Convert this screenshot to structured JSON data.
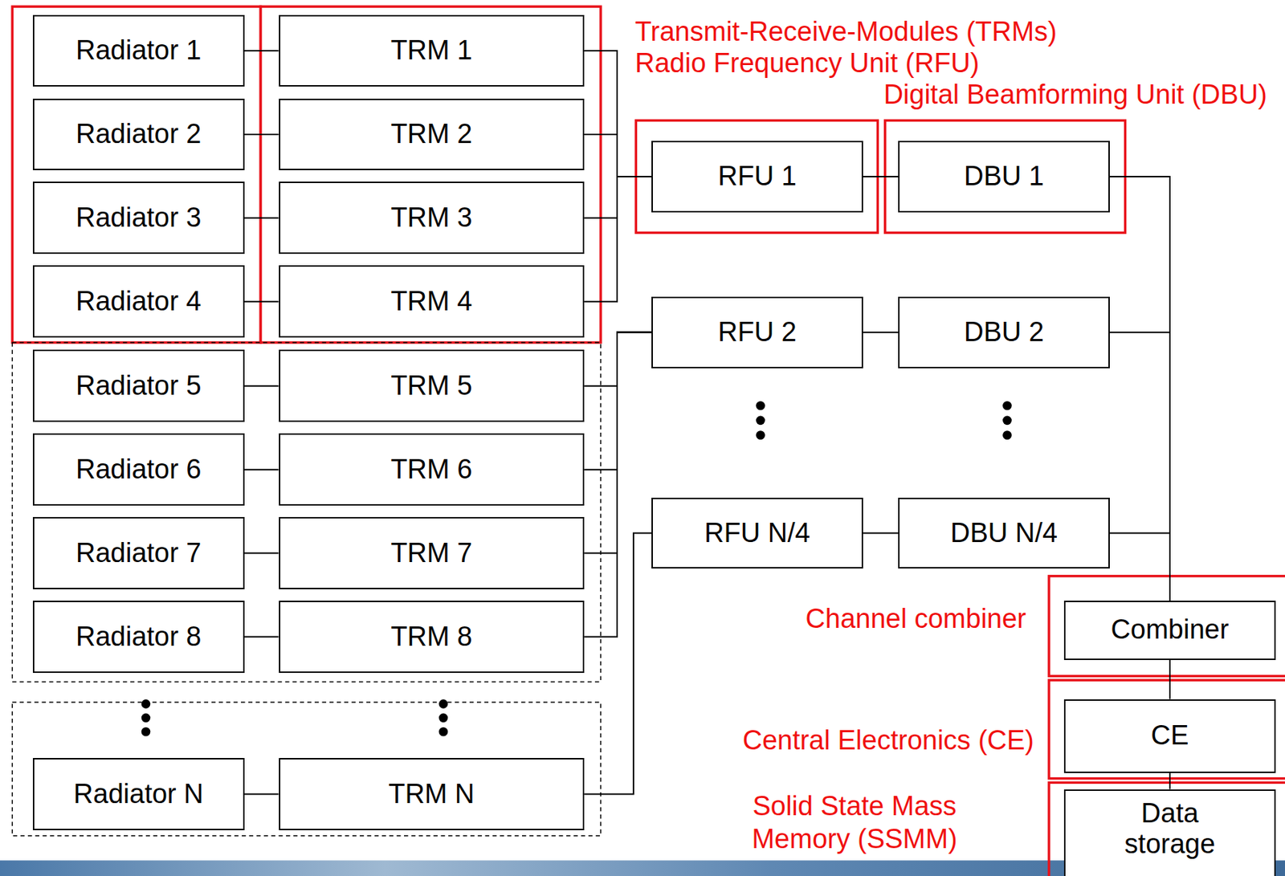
{
  "diagram": {
    "nodes": [
      {
        "text": [
          "Radiator 1"
        ]
      },
      {
        "text": [
          "Radiator 2"
        ]
      },
      {
        "text": [
          "Radiator 3"
        ]
      },
      {
        "text": [
          "Radiator 4"
        ]
      },
      {
        "text": [
          "Radiator 5"
        ]
      },
      {
        "text": [
          "Radiator 6"
        ]
      },
      {
        "text": [
          "Radiator 7"
        ]
      },
      {
        "text": [
          "Radiator 8"
        ]
      },
      {
        "text": [
          "Radiator N"
        ]
      },
      {
        "text": [
          "TRM 1"
        ]
      },
      {
        "text": [
          "TRM 2"
        ]
      },
      {
        "text": [
          "TRM 3"
        ]
      },
      {
        "text": [
          "TRM 4"
        ]
      },
      {
        "text": [
          "TRM 5"
        ]
      },
      {
        "text": [
          "TRM 6"
        ]
      },
      {
        "text": [
          "TRM 7"
        ]
      },
      {
        "text": [
          "TRM 8"
        ]
      },
      {
        "text": [
          "TRM N"
        ]
      },
      {
        "text": [
          "RFU 1"
        ]
      },
      {
        "text": [
          "RFU 2"
        ]
      },
      {
        "text": [
          "RFU N/4"
        ]
      },
      {
        "text": [
          "DBU 1"
        ]
      },
      {
        "text": [
          "DBU 2"
        ]
      },
      {
        "text": [
          "DBU N/4"
        ]
      },
      {
        "text": [
          "Combiner"
        ]
      },
      {
        "text": [
          "CE"
        ]
      },
      {
        "text": [
          "Data storage"
        ]
      }
    ],
    "edges": [
      {
        "from": 0,
        "to": 9,
        "arrow": "none"
      },
      {
        "from": 1,
        "to": 10,
        "arrow": "none"
      },
      {
        "from": 2,
        "to": 11,
        "arrow": "none"
      },
      {
        "from": 3,
        "to": 12,
        "arrow": "none"
      },
      {
        "from": 4,
        "to": 13,
        "arrow": "none"
      },
      {
        "from": 5,
        "to": 14,
        "arrow": "none"
      },
      {
        "from": 6,
        "to": 15,
        "arrow": "none"
      },
      {
        "from": 7,
        "to": 16,
        "arrow": "none"
      },
      {
        "from": 8,
        "to": 17,
        "arrow": "none"
      },
      {
        "from": 9,
        "to": 18,
        "arrow": "none"
      },
      {
        "from": 10,
        "to": 18,
        "arrow": "none"
      },
      {
        "from": 11,
        "to": 18,
        "arrow": "none"
      },
      {
        "from": 12,
        "to": 18,
        "arrow": "none"
      },
      {
        "from": 13,
        "to": 19,
        "arrow": "none"
      },
      {
        "from": 14,
        "to": 19,
        "arrow": "none"
      },
      {
        "from": 15,
        "to": 19,
        "arrow": "none"
      },
      {
        "from": 16,
        "to": 19,
        "arrow": "none"
      },
      {
        "from": 17,
        "to": 20,
        "arrow": "none"
      },
      {
        "from": 18,
        "to": 21,
        "arrow": "none"
      },
      {
        "from": 19,
        "to": 22,
        "arrow": "none"
      },
      {
        "from": 20,
        "to": 23,
        "arrow": "none"
      },
      {
        "from": 21,
        "to": 24,
        "arrow": "none"
      },
      {
        "from": 22,
        "to": 24,
        "arrow": "none"
      },
      {
        "from": 23,
        "to": 24,
        "arrow": "none"
      },
      {
        "from": 24,
        "to": 25,
        "arrow": "none"
      },
      {
        "from": 25,
        "to": 26,
        "arrow": "none"
      }
    ],
    "labels": [
      "Transmit-Receive-Modules (TRMs)",
      "Radio Frequency Unit (RFU)",
      "Digital Beamforming Unit (DBU)",
      "Channel combiner",
      "Central Electronics (CE)",
      "Solid State Mass Memory (SSMM)"
    ]
  }
}
